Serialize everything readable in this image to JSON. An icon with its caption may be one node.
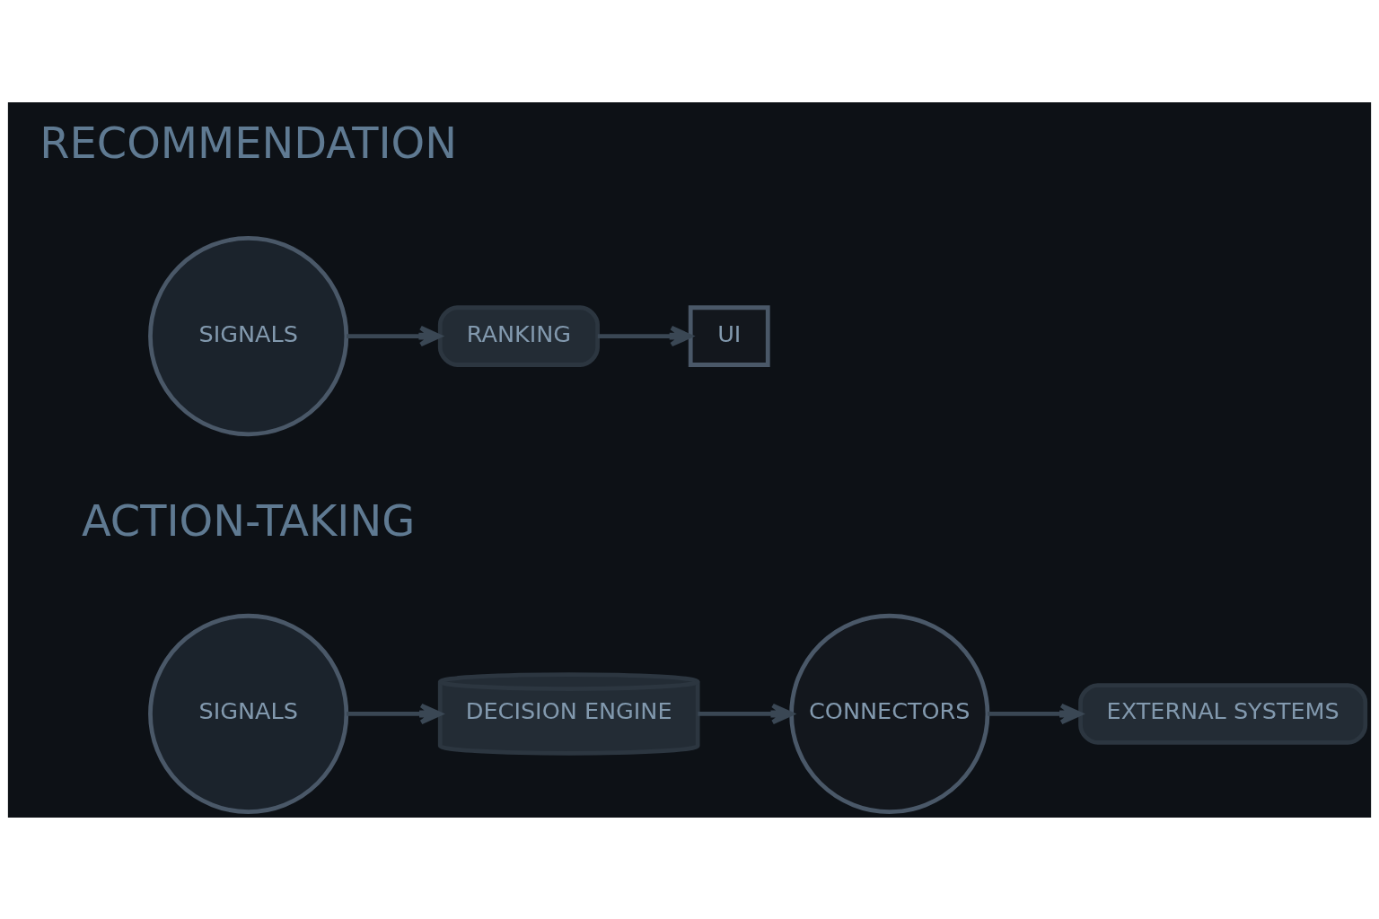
{
  "diagram": {
    "nodes": [
      {
        "text": [
          "SIGNALS"
        ]
      },
      {
        "text": [
          "RANKING"
        ]
      },
      {
        "text": [
          "UI"
        ]
      },
      {
        "text": [
          "SIGNALS"
        ]
      },
      {
        "text": [
          "DECISION ENGINE"
        ]
      },
      {
        "text": [
          "CONNECTORS"
        ]
      },
      {
        "text": [
          "EXTERNAL SYSTEMS"
        ]
      }
    ],
    "edges": [
      {
        "from": 0,
        "to": 1,
        "arrow": "to"
      },
      {
        "from": 1,
        "to": 2,
        "arrow": "to"
      },
      {
        "from": 3,
        "to": 4,
        "arrow": "to"
      },
      {
        "from": 4,
        "to": 5,
        "arrow": "to"
      },
      {
        "from": 5,
        "to": 6,
        "arrow": "to"
      }
    ],
    "labels": [
      "RECOMMENDATION",
      "ACTION-TAKING"
    ]
  }
}
